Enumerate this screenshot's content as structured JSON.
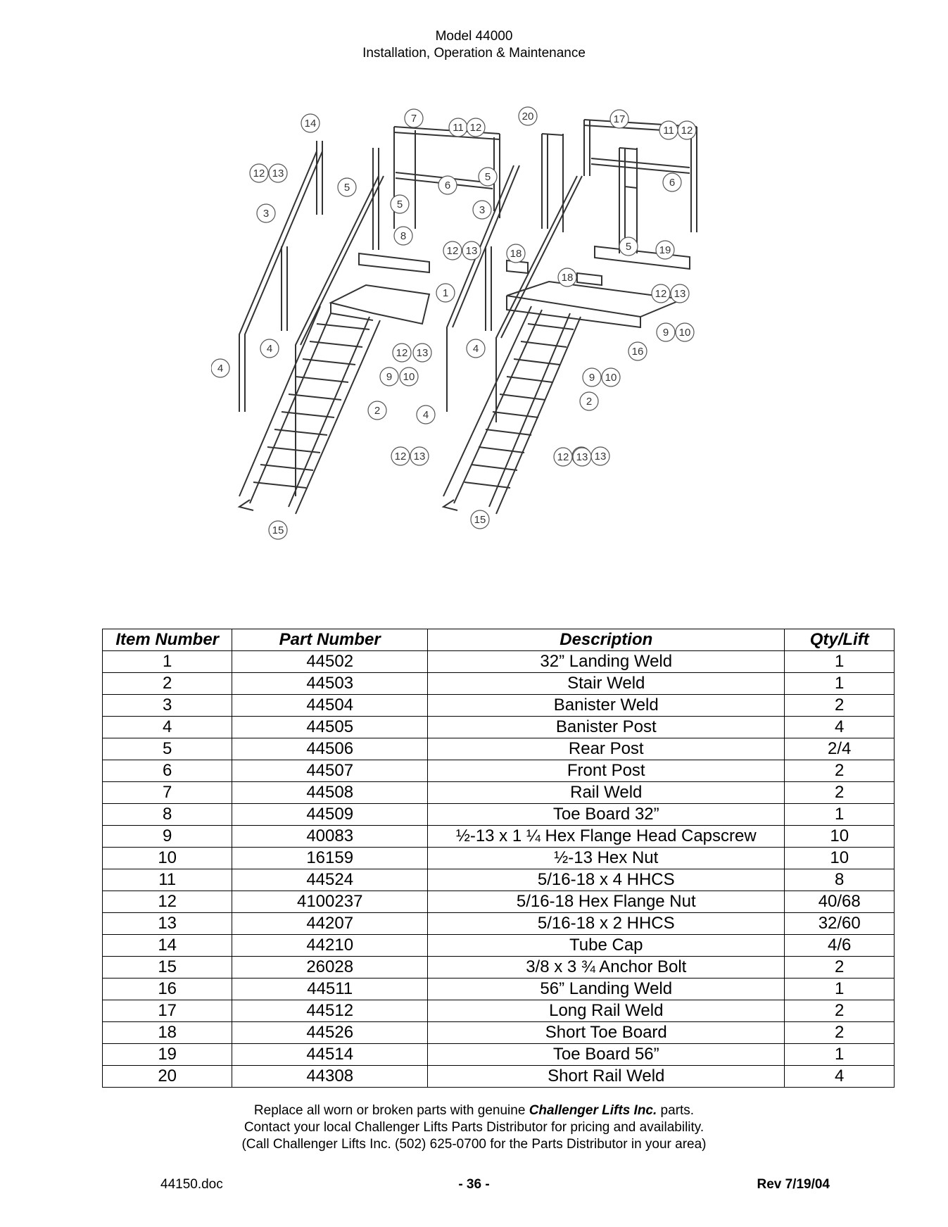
{
  "header": {
    "line1": "Model 44000",
    "line2": "Installation, Operation & Maintenance"
  },
  "figure": {
    "callouts_left": [
      "14",
      "7",
      "11",
      "12",
      "12",
      "13",
      "5",
      "6",
      "3",
      "5",
      "8",
      "12",
      "13",
      "1",
      "4",
      "4",
      "12",
      "13",
      "9",
      "10",
      "2",
      "12",
      "13",
      "15"
    ],
    "callouts_right": [
      "20",
      "17",
      "11",
      "12",
      "5",
      "6",
      "3",
      "5",
      "18",
      "19",
      "18",
      "12",
      "13",
      "9",
      "10",
      "16",
      "12",
      "13",
      "4",
      "4",
      "9",
      "10",
      "2",
      "12",
      "13",
      "15"
    ]
  },
  "table": {
    "headers": {
      "item": "Item Number",
      "part": "Part Number",
      "desc": "Description",
      "qty": "Qty/Lift"
    },
    "rows": [
      {
        "item": "1",
        "part": "44502",
        "desc": "32” Landing Weld",
        "qty": "1"
      },
      {
        "item": "2",
        "part": "44503",
        "desc": "Stair Weld",
        "qty": "1"
      },
      {
        "item": "3",
        "part": "44504",
        "desc": "Banister Weld",
        "qty": "2"
      },
      {
        "item": "4",
        "part": "44505",
        "desc": "Banister Post",
        "qty": "4"
      },
      {
        "item": "5",
        "part": "44506",
        "desc": "Rear Post",
        "qty": "2/4"
      },
      {
        "item": "6",
        "part": "44507",
        "desc": "Front Post",
        "qty": "2"
      },
      {
        "item": "7",
        "part": "44508",
        "desc": "Rail Weld",
        "qty": "2"
      },
      {
        "item": "8",
        "part": "44509",
        "desc": "Toe Board 32”",
        "qty": "1"
      },
      {
        "item": "9",
        "part": "40083",
        "desc": "½-13 x 1 ¼ Hex Flange Head Capscrew",
        "qty": "10"
      },
      {
        "item": "10",
        "part": "16159",
        "desc": "½-13 Hex Nut",
        "qty": "10"
      },
      {
        "item": "11",
        "part": "44524",
        "desc": "5/16-18 x 4 HHCS",
        "qty": "8"
      },
      {
        "item": "12",
        "part": "4100237",
        "desc": "5/16-18 Hex Flange Nut",
        "qty": "40/68"
      },
      {
        "item": "13",
        "part": "44207",
        "desc": "5/16-18 x 2 HHCS",
        "qty": "32/60"
      },
      {
        "item": "14",
        "part": "44210",
        "desc": "Tube Cap",
        "qty": "4/6"
      },
      {
        "item": "15",
        "part": "26028",
        "desc": "3/8 x 3 ¾ Anchor Bolt",
        "qty": "2"
      },
      {
        "item": "16",
        "part": "44511",
        "desc": "56” Landing Weld",
        "qty": "1"
      },
      {
        "item": "17",
        "part": "44512",
        "desc": "Long Rail Weld",
        "qty": "2"
      },
      {
        "item": "18",
        "part": "44526",
        "desc": "Short Toe Board",
        "qty": "2"
      },
      {
        "item": "19",
        "part": "44514",
        "desc": "Toe Board 56”",
        "qty": "1"
      },
      {
        "item": "20",
        "part": "44308",
        "desc": "Short Rail Weld",
        "qty": "4"
      }
    ]
  },
  "note": {
    "line1_pre": "Replace all worn or broken parts with genuine ",
    "line1_brand": "Challenger Lifts Inc.",
    "line1_post": " parts.",
    "line2": "Contact your local Challenger Lifts Parts Distributor for pricing and availability.",
    "line3": "(Call Challenger Lifts Inc. (502) 625-0700 for the Parts Distributor in your area)"
  },
  "footer": {
    "left": "44150.doc",
    "center": "- 36 -",
    "right": "Rev 7/19/04"
  }
}
